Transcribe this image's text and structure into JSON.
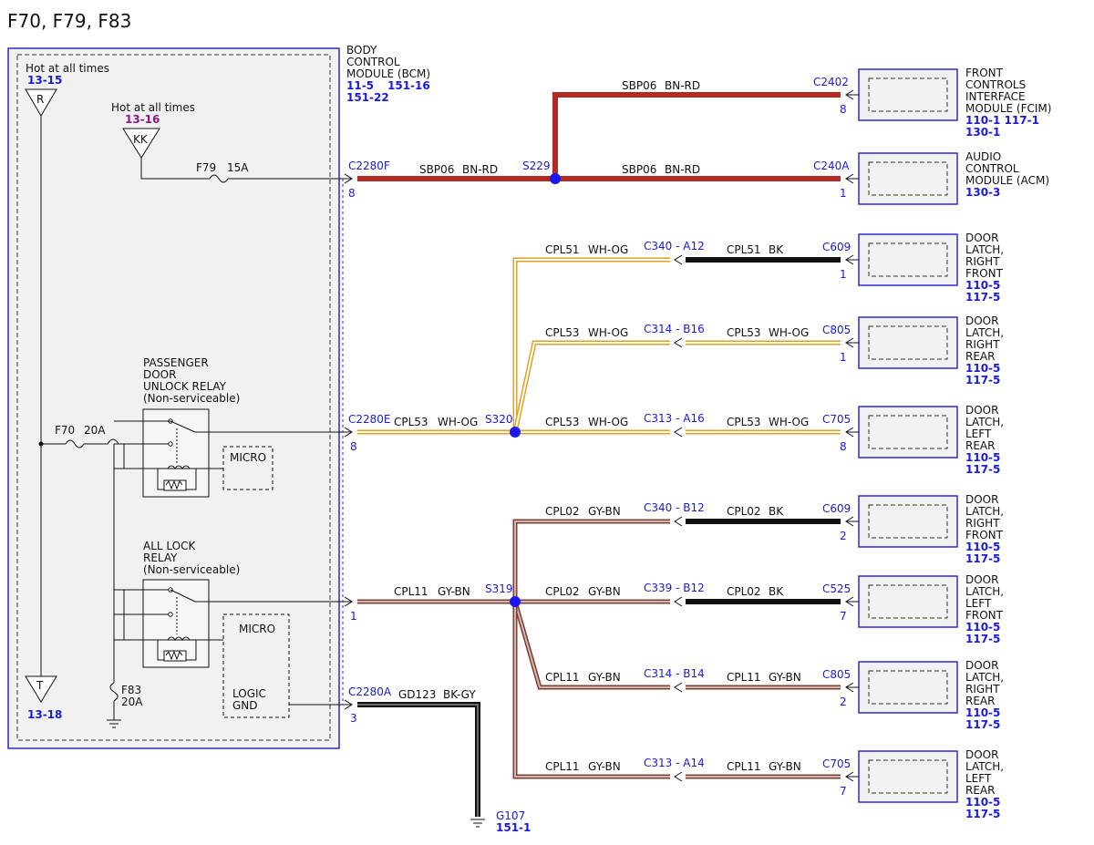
{
  "title": "F70, F79, F83",
  "bcm": {
    "name_lines": [
      "BODY",
      "CONTROL",
      "MODULE (BCM)"
    ],
    "refs_line1": [
      "11-5",
      "151-16"
    ],
    "refs_line2": "151-22",
    "hot1": {
      "label": "Hot at all times",
      "ref": "13-15",
      "letter": "R"
    },
    "hot2": {
      "label": "Hot at all times",
      "ref": "13-16",
      "letter": "KK"
    },
    "ground": {
      "letter": "T",
      "ref": "13-18"
    },
    "fuse_f79": {
      "name": "F79",
      "rating": "15A"
    },
    "fuse_f70": {
      "name": "F70",
      "rating": "20A"
    },
    "fuse_f83": {
      "name": "F83",
      "rating": "20A"
    },
    "relay1": {
      "lines": [
        "PASSENGER",
        "DOOR",
        "UNLOCK RELAY",
        "(Non-serviceable)"
      ],
      "micro": "MICRO"
    },
    "relay2": {
      "lines": [
        "ALL LOCK",
        "RELAY",
        "(Non-serviceable)"
      ],
      "micro": "MICRO",
      "logic": [
        "LOGIC",
        "GND"
      ]
    }
  },
  "connectors": {
    "c2280f": {
      "name": "C2280F",
      "pin": "8"
    },
    "c2280e": {
      "name": "C2280E",
      "pin": "8"
    },
    "c2280a": {
      "name": "C2280A",
      "pin": "3"
    },
    "c2280a_pin1": "1"
  },
  "splices": {
    "s229": "S229",
    "s320": "S320",
    "s319": "S319"
  },
  "wires": {
    "w_sbp06_a": {
      "circuit": "SBP06",
      "color": "BN-RD"
    },
    "w_sbp06_b": {
      "circuit": "SBP06",
      "color": "BN-RD"
    },
    "w_sbp06_c": {
      "circuit": "SBP06",
      "color": "BN-RD"
    },
    "w_cpl53_main": {
      "circuit": "CPL53",
      "color": "WH-OG"
    },
    "w_cpl11_main": {
      "circuit": "CPL11",
      "color": "GY-BN"
    },
    "w_gd123": {
      "circuit": "GD123",
      "color": "BK-GY"
    }
  },
  "ground_g107": {
    "name": "G107",
    "ref": "151-1"
  },
  "modules": [
    {
      "name_lines": [
        "FRONT",
        "CONTROLS",
        "INTERFACE",
        "MODULE (FCIM)"
      ],
      "refs": [
        "110-1 117-1",
        "130-1"
      ],
      "connector": "C2402",
      "pin": "8"
    },
    {
      "name_lines": [
        "AUDIO",
        "CONTROL",
        "MODULE (ACM)"
      ],
      "refs": [
        "130-3"
      ],
      "connector": "C240A",
      "pin": "1"
    },
    {
      "name_lines": [
        "DOOR",
        "LATCH,",
        "RIGHT",
        "FRONT"
      ],
      "refs": [
        "110-5",
        "117-5"
      ],
      "connector": "C609",
      "pin": "1",
      "inline": "C340 - A12",
      "left": {
        "circuit": "CPL51",
        "color": "WH-OG"
      },
      "right": {
        "circuit": "CPL51",
        "color": "BK"
      }
    },
    {
      "name_lines": [
        "DOOR",
        "LATCH,",
        "RIGHT",
        "REAR"
      ],
      "refs": [
        "110-5",
        "117-5"
      ],
      "connector": "C805",
      "pin": "1",
      "inline": "C314 - B16",
      "left": {
        "circuit": "CPL53",
        "color": "WH-OG"
      },
      "right": {
        "circuit": "CPL53",
        "color": "WH-OG"
      }
    },
    {
      "name_lines": [
        "DOOR",
        "LATCH,",
        "LEFT",
        "REAR"
      ],
      "refs": [
        "110-5",
        "117-5"
      ],
      "connector": "C705",
      "pin": "8",
      "inline": "C313 - A16",
      "left": {
        "circuit": "CPL53",
        "color": "WH-OG"
      },
      "right": {
        "circuit": "CPL53",
        "color": "WH-OG"
      }
    },
    {
      "name_lines": [
        "DOOR",
        "LATCH,",
        "RIGHT",
        "FRONT"
      ],
      "refs": [
        "110-5",
        "117-5"
      ],
      "connector": "C609",
      "pin": "2",
      "inline": "C340 - B12",
      "left": {
        "circuit": "CPL02",
        "color": "GY-BN"
      },
      "right": {
        "circuit": "CPL02",
        "color": "BK"
      }
    },
    {
      "name_lines": [
        "DOOR",
        "LATCH,",
        "LEFT",
        "FRONT"
      ],
      "refs": [
        "110-5",
        "117-5"
      ],
      "connector": "C525",
      "pin": "7",
      "inline": "C339 - B12",
      "left": {
        "circuit": "CPL02",
        "color": "GY-BN"
      },
      "right": {
        "circuit": "CPL02",
        "color": "BK"
      }
    },
    {
      "name_lines": [
        "DOOR",
        "LATCH,",
        "RIGHT",
        "REAR"
      ],
      "refs": [
        "110-5",
        "117-5"
      ],
      "connector": "C805",
      "pin": "2",
      "inline": "C314 - B14",
      "left": {
        "circuit": "CPL11",
        "color": "GY-BN"
      },
      "right": {
        "circuit": "CPL11",
        "color": "GY-BN"
      }
    },
    {
      "name_lines": [
        "DOOR",
        "LATCH,",
        "LEFT",
        "REAR"
      ],
      "refs": [
        "110-5",
        "117-5"
      ],
      "connector": "C705",
      "pin": "7",
      "inline": "C313 - A14",
      "left": {
        "circuit": "CPL11",
        "color": "GY-BN"
      },
      "right": {
        "circuit": "CPL11",
        "color": "GY-BN"
      }
    }
  ],
  "colors": {
    "bn_rd": "#b22a22",
    "bk": "#111111",
    "wh_og_outer": "#e0a020",
    "gy_bn_outer": "#8a3a2a",
    "module_border": "#2a2ad0",
    "splice": "#1a1aee",
    "ref_blue": "#1a1adb",
    "ref_purple": "#8a1a8a"
  }
}
